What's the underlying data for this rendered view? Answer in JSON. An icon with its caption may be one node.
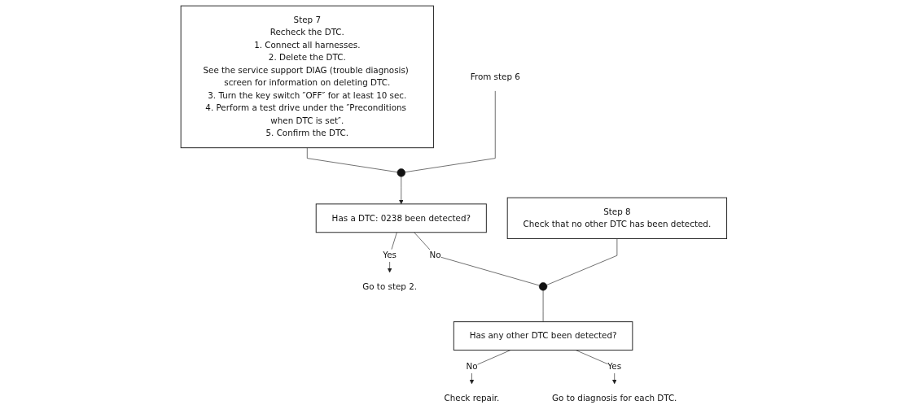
{
  "diagram": {
    "nodes": [
      {
        "text": [
          "Step 7",
          "Recheck the DTC.",
          "1. Connect all harnesses.",
          "2. Delete the DTC.",
          "See the service support DIAG (trouble diagnosis) screen for information on deleting DTC.",
          "3. Turn the key switch ″OFF″ for at least 10 sec.",
          "4. Perform a test drive under the ″Preconditions when DTC is set″.",
          "5. Confirm the DTC."
        ]
      },
      {
        "text": [
          "From step 6"
        ]
      },
      {
        "text": [],
        "shape": "circle"
      },
      {
        "text": [
          "Has a DTC: 0238 been detected?"
        ]
      },
      {
        "text": [
          "Go to step 2."
        ]
      },
      {
        "text": [
          "Step 8",
          "Check that no other DTC has been detected."
        ]
      },
      {
        "text": [],
        "shape": "circle"
      },
      {
        "text": [
          "Has any other DTC been detected?"
        ]
      },
      {
        "text": [
          "Check repair."
        ]
      },
      {
        "text": [
          "Go to diagnosis for each DTC."
        ]
      }
    ],
    "edges": [
      {
        "from": 0,
        "to": 2,
        "arrow": "none"
      },
      {
        "from": 1,
        "to": 2,
        "arrow": "none"
      },
      {
        "from": 2,
        "to": 3,
        "arrow": "to"
      },
      {
        "from": 3,
        "to": 4,
        "label": "Yes",
        "arrow": "to"
      },
      {
        "from": 3,
        "to": 6,
        "label": "No",
        "arrow": "none"
      },
      {
        "from": 5,
        "to": 6,
        "arrow": "none"
      },
      {
        "from": 6,
        "to": 7,
        "arrow": "none"
      },
      {
        "from": 7,
        "to": 8,
        "label": "No",
        "arrow": "to"
      },
      {
        "from": 7,
        "to": 9,
        "label": "Yes",
        "arrow": "to"
      }
    ]
  }
}
